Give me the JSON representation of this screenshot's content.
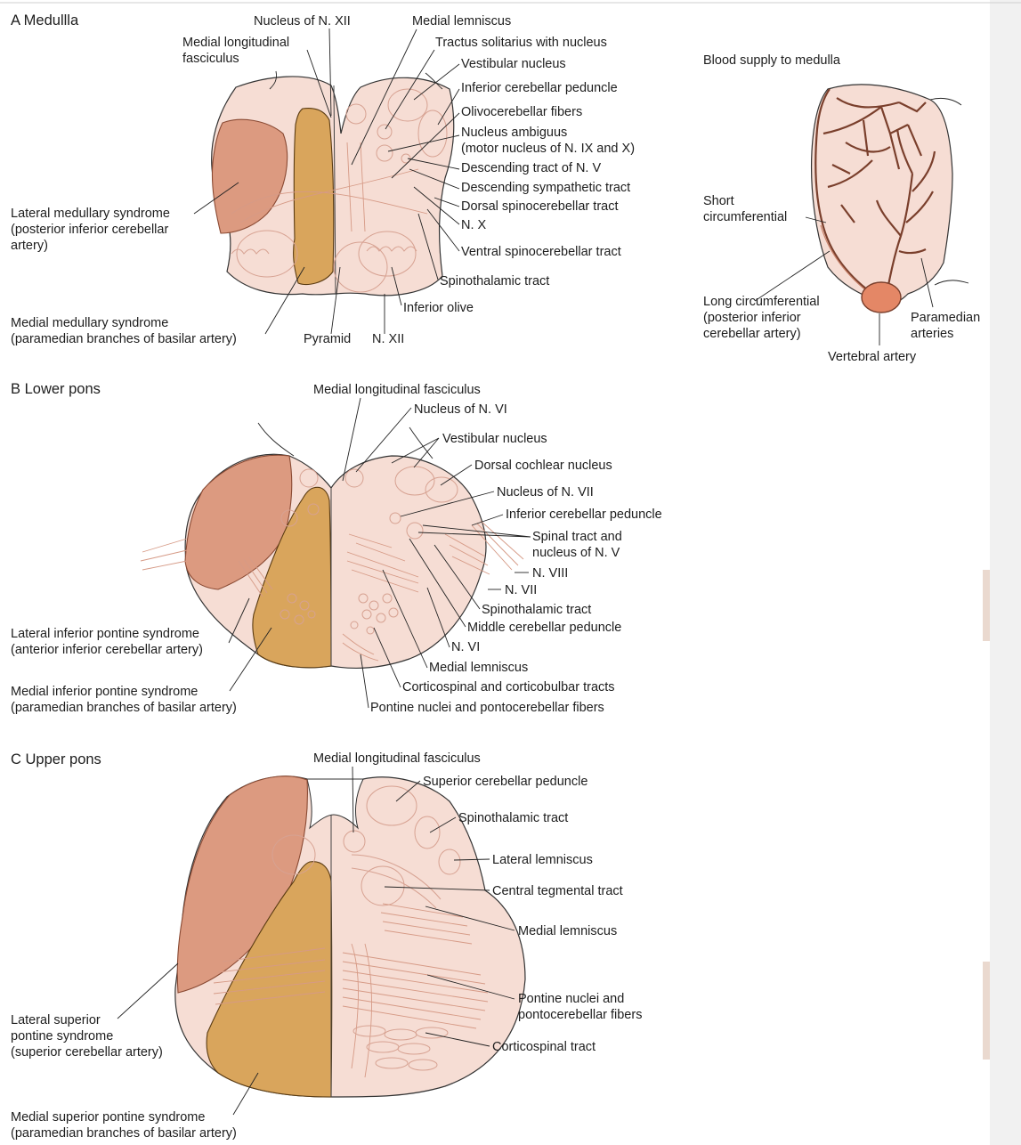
{
  "panelA": {
    "title": "A  Medullla",
    "labels": {
      "n12_nucleus": "Nucleus of N. XII",
      "medial_lemniscus": "Medial lemniscus",
      "mlf_1": "Medial longitudinal",
      "mlf_2": "fasciculus",
      "tractus_solitarius": "Tractus solitarius with nucleus",
      "vestibular": "Vestibular nucleus",
      "icp": "Inferior cerebellar peduncle",
      "olivocerebellar": "Olivocerebellar fibers",
      "ambiguus_1": "Nucleus ambiguus",
      "ambiguus_2": "(motor nucleus of N. IX and X)",
      "desc_n5": "Descending tract of N. V",
      "desc_symp": "Descending sympathetic tract",
      "dorsal_spinocb": "Dorsal spinocerebellar tract",
      "n10": "N. X",
      "ventral_spinocb": "Ventral spinocerebellar tract",
      "spinothalamic": "Spinothalamic tract",
      "inferior_olive": "Inferior olive",
      "pyramid": "Pyramid",
      "n12": "N. XII",
      "lateral_syndrome_1": "Lateral medullary syndrome",
      "lateral_syndrome_2": "(posterior inferior cerebellar",
      "lateral_syndrome_3": "artery)",
      "medial_syndrome_1": "Medial medullary syndrome",
      "medial_syndrome_2": "(paramedian branches of basilar artery)"
    },
    "blood": {
      "title": "Blood supply to medulla",
      "short_1": "Short",
      "short_2": "circumferential",
      "long_1": "Long circumferential",
      "long_2": "(posterior inferior",
      "long_3": "cerebellar artery)",
      "paramedian_1": "Paramedian",
      "paramedian_2": "arteries",
      "vertebral": "Vertebral artery"
    }
  },
  "panelB": {
    "title": "B  Lower pons",
    "labels": {
      "mlf": "Medial longitudinal fasciculus",
      "n6_nucleus": "Nucleus of N. VI",
      "vestibular": "Vestibular nucleus",
      "dorsal_cochlear": "Dorsal cochlear nucleus",
      "n7_nucleus": "Nucleus of N. VII",
      "icp": "Inferior cerebellar peduncle",
      "spinal_tract_1": "Spinal tract and",
      "spinal_tract_2": "nucleus of N. V",
      "n8": "N. VIII",
      "n7": "N. VII",
      "spinothalamic": "Spinothalamic tract",
      "mcp": "Middle cerebellar peduncle",
      "n6": "N. VI",
      "medial_lemniscus": "Medial lemniscus",
      "corticospinal": "Corticospinal and corticobulbar tracts",
      "pontine": "Pontine nuclei and pontocerebellar fibers",
      "lateral_syndrome_1": "Lateral inferior pontine syndrome",
      "lateral_syndrome_2": "(anterior inferior cerebellar artery)",
      "medial_syndrome_1": "Medial inferior pontine syndrome",
      "medial_syndrome_2": "(paramedian branches of basilar artery)"
    }
  },
  "panelC": {
    "title": "C  Upper pons",
    "labels": {
      "mlf": "Medial longitudinal fasciculus",
      "scp": "Superior cerebellar peduncle",
      "spinothalamic": "Spinothalamic tract",
      "lateral_lemniscus": "Lateral lemniscus",
      "central_tegmental": "Central tegmental tract",
      "medial_lemniscus": "Medial lemniscus",
      "pontine_1": "Pontine nuclei and",
      "pontine_2": "pontocerebellar fibers",
      "corticospinal": "Corticospinal tract",
      "lateral_syndrome_1": "Lateral superior",
      "lateral_syndrome_2": "pontine syndrome",
      "lateral_syndrome_3": "(superior cerebellar artery)",
      "medial_syndrome_1": "Medial superior pontine syndrome",
      "medial_syndrome_2": "(paramedian branches of basilar artery)"
    }
  },
  "colors": {
    "tissue": "#f6ddd4",
    "lateral_infarct": "#dc9a80",
    "medial_infarct": "#d9a55c",
    "vessel": "#7a3f2c"
  }
}
